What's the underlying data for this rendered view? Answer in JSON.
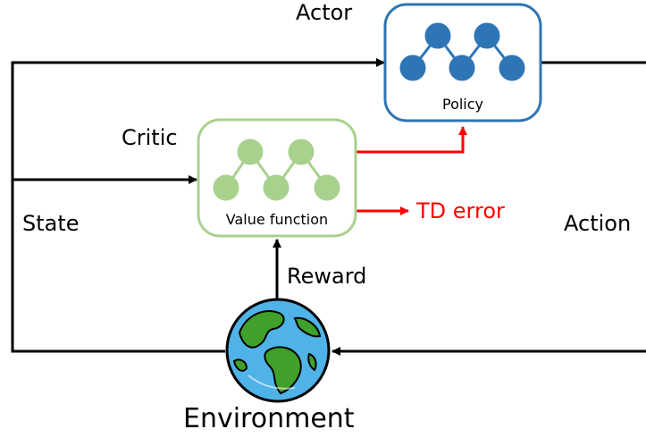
{
  "diagram": {
    "actor": {
      "title": "Actor",
      "box_label": "Policy"
    },
    "critic": {
      "title": "Critic",
      "box_label": "Value function"
    },
    "signals": {
      "state": "State",
      "action": "Action",
      "reward": "Reward",
      "td_error": "TD error"
    },
    "environment": {
      "label": "Environment"
    },
    "colors": {
      "actor_border": "#2e75b6",
      "actor_nodes": "#2e75b6",
      "critic_border": "#a9d18e",
      "critic_nodes": "#a9d18e",
      "td_error": "#ff0000",
      "arrows": "#000000",
      "globe_ocean": "#4fb3e8",
      "globe_land": "#3fa02a"
    }
  }
}
